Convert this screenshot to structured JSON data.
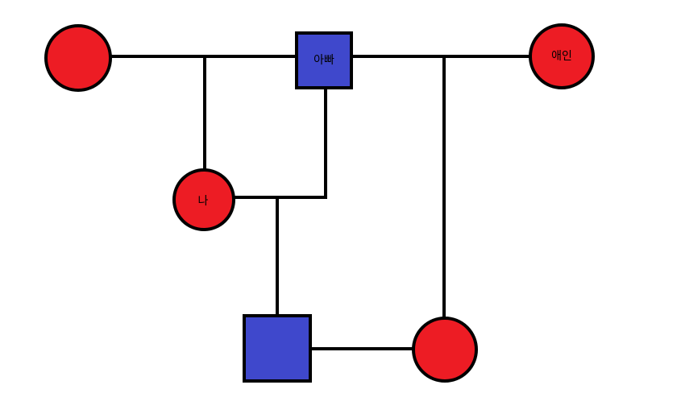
{
  "colors": {
    "female_fill": "#ed1c24",
    "male_fill": "#3f48cc",
    "line": "#000000",
    "background": "#ffffff"
  },
  "nodes": {
    "circle_top_left": {
      "shape": "circle",
      "label": ""
    },
    "dad": {
      "shape": "square",
      "label": "아빠"
    },
    "lover": {
      "shape": "circle",
      "label": "애인"
    },
    "me": {
      "shape": "circle",
      "label": "나"
    },
    "square_bottom": {
      "shape": "square",
      "label": ""
    },
    "circle_bottom": {
      "shape": "circle",
      "label": ""
    }
  }
}
